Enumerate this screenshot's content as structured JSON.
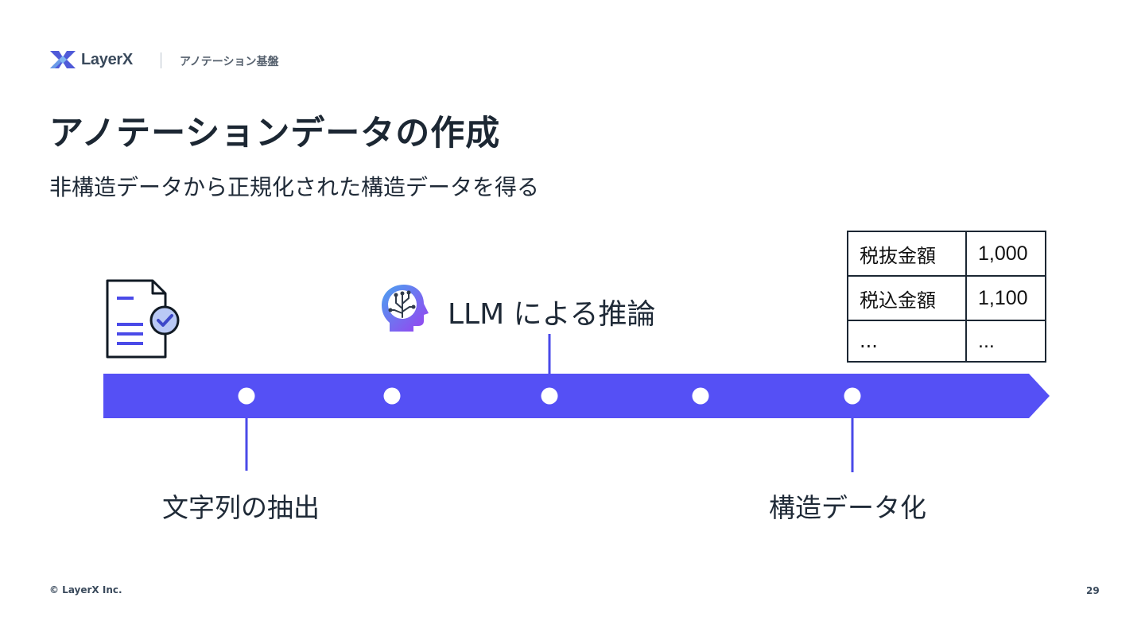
{
  "header": {
    "brand": "LayerX",
    "section": "アノテーション基盤"
  },
  "title": "アノテーションデータの作成",
  "subtitle": "非構造データから正規化された構造データを得る",
  "timeline": {
    "llm_label": "LLM による推論",
    "step_extract": "文字列の抽出",
    "step_structure": "構造データ化",
    "bar_color": "#5550f5",
    "marker_line_color": "#4a4ae8"
  },
  "result_table": {
    "rows": [
      {
        "key": "税抜金額",
        "value": "1,000"
      },
      {
        "key": "税込金額",
        "value": "1,100"
      },
      {
        "key": "...",
        "value": "..."
      }
    ]
  },
  "icons": {
    "logo": "layerx-logo-icon",
    "document": "document-check-icon",
    "ai": "ai-head-icon"
  },
  "footer": {
    "copyright": "© LayerX Inc.",
    "page": "29"
  }
}
